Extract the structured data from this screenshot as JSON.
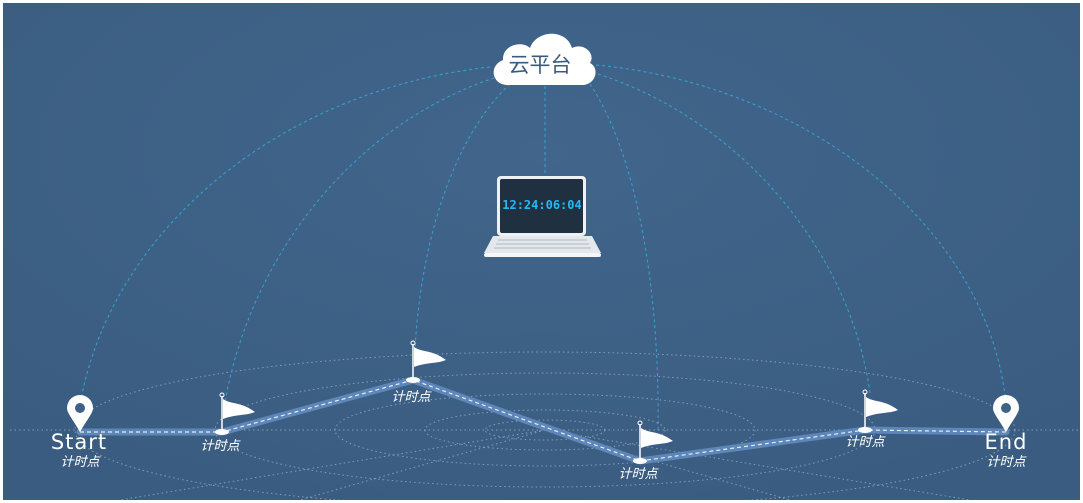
{
  "colors": {
    "background": "#3e6186",
    "frame": "#5d7d9e",
    "route": "#5d86b9",
    "connector": "#35a4d4",
    "ground_lines": "#c3d1e0",
    "clock_digits": "#26b8f2"
  },
  "cloud": {
    "label": "云平台",
    "icon": "cloud-icon"
  },
  "laptop": {
    "clock": "12:24:06:04",
    "icon": "laptop-icon"
  },
  "route": {
    "start": {
      "label": "Start",
      "sublabel": "计时点",
      "icon": "map-pin-icon"
    },
    "end": {
      "label": "End",
      "sublabel": "计时点",
      "icon": "map-pin-icon"
    },
    "checkpoints": [
      {
        "label": "计时点",
        "icon": "flag-icon"
      },
      {
        "label": "计时点",
        "icon": "flag-icon"
      },
      {
        "label": "计时点",
        "icon": "flag-icon"
      },
      {
        "label": "计时点",
        "icon": "flag-icon"
      }
    ]
  }
}
